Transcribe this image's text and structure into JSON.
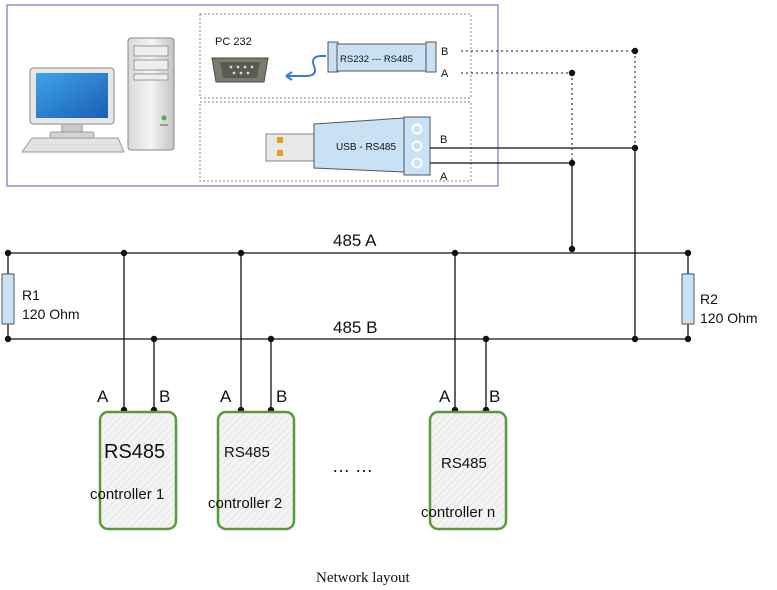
{
  "pc_232_label": "PC 232",
  "rs232_converter_label": "RS232 --- RS485",
  "usb_converter_label": "USB - RS485",
  "terminal_b_label": "B",
  "terminal_a_label": "A",
  "bus_a_label": "485 A",
  "bus_b_label": "485 B",
  "r1_name": "R1",
  "r1_value": "120 Ohm",
  "r2_name": "R2",
  "r2_value": "120 Ohm",
  "ellipsis": "… …",
  "caption": "Network layout",
  "controllers": [
    {
      "title": "RS485",
      "subtitle": "controller 1",
      "pin_a": "A",
      "pin_b": "B"
    },
    {
      "title": "RS485",
      "subtitle": "controller 2",
      "pin_a": "A",
      "pin_b": "B"
    },
    {
      "title": "RS485",
      "subtitle": "controller n",
      "pin_a": "A",
      "pin_b": "B"
    }
  ],
  "colors": {
    "frame": "#8f8fd6",
    "adapter_fill": "#c9e1f4",
    "controller_border": "#5a9a3a",
    "wire": "#111111"
  }
}
